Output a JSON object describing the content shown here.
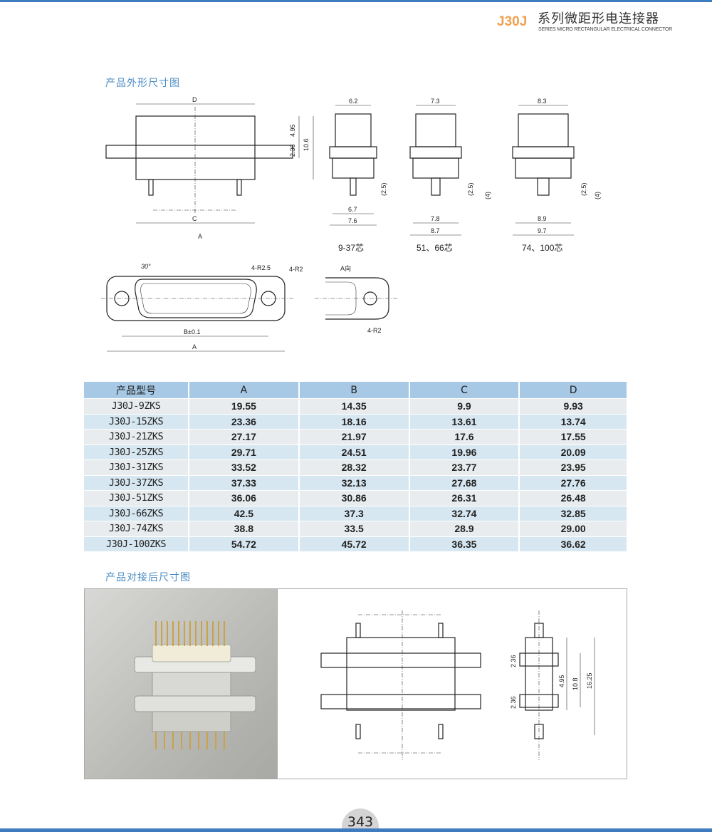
{
  "header": {
    "brand": "J30J",
    "title": "系列微距形电连接器",
    "subtitle": "SERIES MICRO RECTANGULAR ELECTRICAL CONNECTOR"
  },
  "section1": {
    "title": "产品外形尺寸图"
  },
  "drawing_main": {
    "D": "D",
    "C": "C",
    "A": "A",
    "h1": "4.95",
    "h2": "2.36",
    "h3": "10.6"
  },
  "side_views": [
    {
      "top": "6.2",
      "mid": "6.7",
      "bot": "7.6",
      "pin": "(2.5)",
      "caption": "9-37芯"
    },
    {
      "top": "7.3",
      "mid": "7.8",
      "bot": "8.7",
      "pin": "(2.5)",
      "pin2": "(4)",
      "caption": "51、66芯"
    },
    {
      "top": "8.3",
      "mid": "8.9",
      "bot": "9.7",
      "pin": "(2.5)",
      "pin2": "(4)",
      "caption": "74、100芯"
    }
  ],
  "drawing_face": {
    "angle": "30°",
    "r1": "4-R2.5",
    "r2": "4-R2",
    "B": "B±0.1",
    "A": "A",
    "view": "A向",
    "r3": "4-R2"
  },
  "table": {
    "headers": [
      "产品型号",
      "A",
      "B",
      "C",
      "D"
    ],
    "rows": [
      [
        "J30J-9ZKS",
        "19.55",
        "14.35",
        "9.9",
        "9.93"
      ],
      [
        "J30J-15ZKS",
        "23.36",
        "18.16",
        "13.61",
        "13.74"
      ],
      [
        "J30J-21ZKS",
        "27.17",
        "21.97",
        "17.6",
        "17.55"
      ],
      [
        "J30J-25ZKS",
        "29.71",
        "24.51",
        "19.96",
        "20.09"
      ],
      [
        "J30J-31ZKS",
        "33.52",
        "28.32",
        "23.77",
        "23.95"
      ],
      [
        "J30J-37ZKS",
        "37.33",
        "32.13",
        "27.68",
        "27.76"
      ],
      [
        "J30J-51ZKS",
        "36.06",
        "30.86",
        "26.31",
        "26.48"
      ],
      [
        "J30J-66ZKS",
        "42.5",
        "37.3",
        "32.74",
        "32.85"
      ],
      [
        "J30J-74ZKS",
        "38.8",
        "33.5",
        "28.9",
        "29.00"
      ],
      [
        "J30J-100ZKS",
        "54.72",
        "45.72",
        "36.35",
        "36.62"
      ]
    ]
  },
  "section2": {
    "title": "产品对接后尺寸图"
  },
  "mated": {
    "d1": "2.36",
    "d2": "4.95",
    "d3": "2.36",
    "d4": "10.8",
    "d5": "16.25"
  },
  "page_number": "343"
}
